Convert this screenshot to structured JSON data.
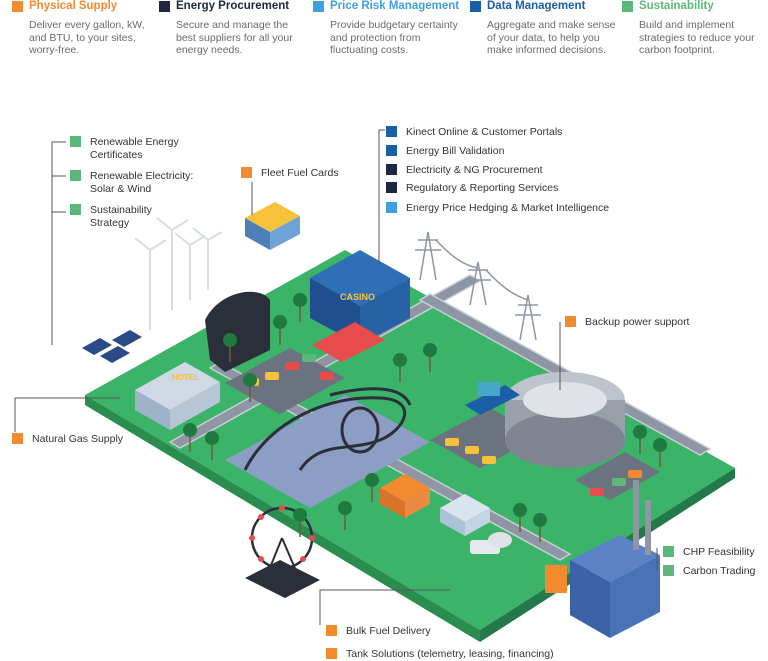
{
  "colors": {
    "physical": "#f28a30",
    "procurement": "#1c2741",
    "price_risk": "#3ea0dc",
    "data_mgmt": "#1b5ea8",
    "sustain": "#5cb87a",
    "ground": "#3bb469",
    "ground_edge": "#2a8d50"
  },
  "header": [
    {
      "title": "Physical Supply",
      "desc": "Deliver every gallon, kW, and BTU, to your sites, worry-free.",
      "color": "#f28a30",
      "title_color": "#f28a30"
    },
    {
      "title": "Energy Procurement",
      "desc": "Secure and manage the best suppliers for all your energy needs.",
      "color": "#1c2741",
      "title_color": "#1c2741"
    },
    {
      "title": "Price Risk Management",
      "desc": "Provide budgetary certainty and protection from fluctuating costs.",
      "color": "#3ea0dc",
      "title_color": "#3ea0dc"
    },
    {
      "title": "Data Management",
      "desc": "Aggregate and make sense of your data, to help you make informed decisions.",
      "color": "#1b5ea8",
      "title_color": "#1b5ea8"
    },
    {
      "title": "Sustainability",
      "desc": "Build and implement strategies to reduce your carbon footprint.",
      "color": "#5cb87a",
      "title_color": "#5cb87a"
    }
  ],
  "labels": {
    "renewable_certs": "Renewable Energy Certificates",
    "renewable_elec": "Renewable Electricity: Solar & Wind",
    "sustain_strategy": "Sustainability Strategy",
    "fleet_fuel": "Fleet Fuel Cards",
    "kinect": "Kinect Online & Customer Portals",
    "bill_validation": "Energy Bill Validation",
    "elec_ng": "Electricity & NG Procurement",
    "regulatory": "Regulatory & Reporting Services",
    "hedging": "Energy Price Hedging & Market Intelligence",
    "backup": "Backup power support",
    "natural_gas": "Natural Gas Supply",
    "chp": "CHP Feasibility",
    "carbon": "Carbon Trading",
    "bulk_fuel": "Bulk Fuel Delivery",
    "tank": "Tank Solutions (telemetry, leasing, financing)",
    "casino_sign": "CASINO",
    "hotel_sign": "HOTEL"
  }
}
